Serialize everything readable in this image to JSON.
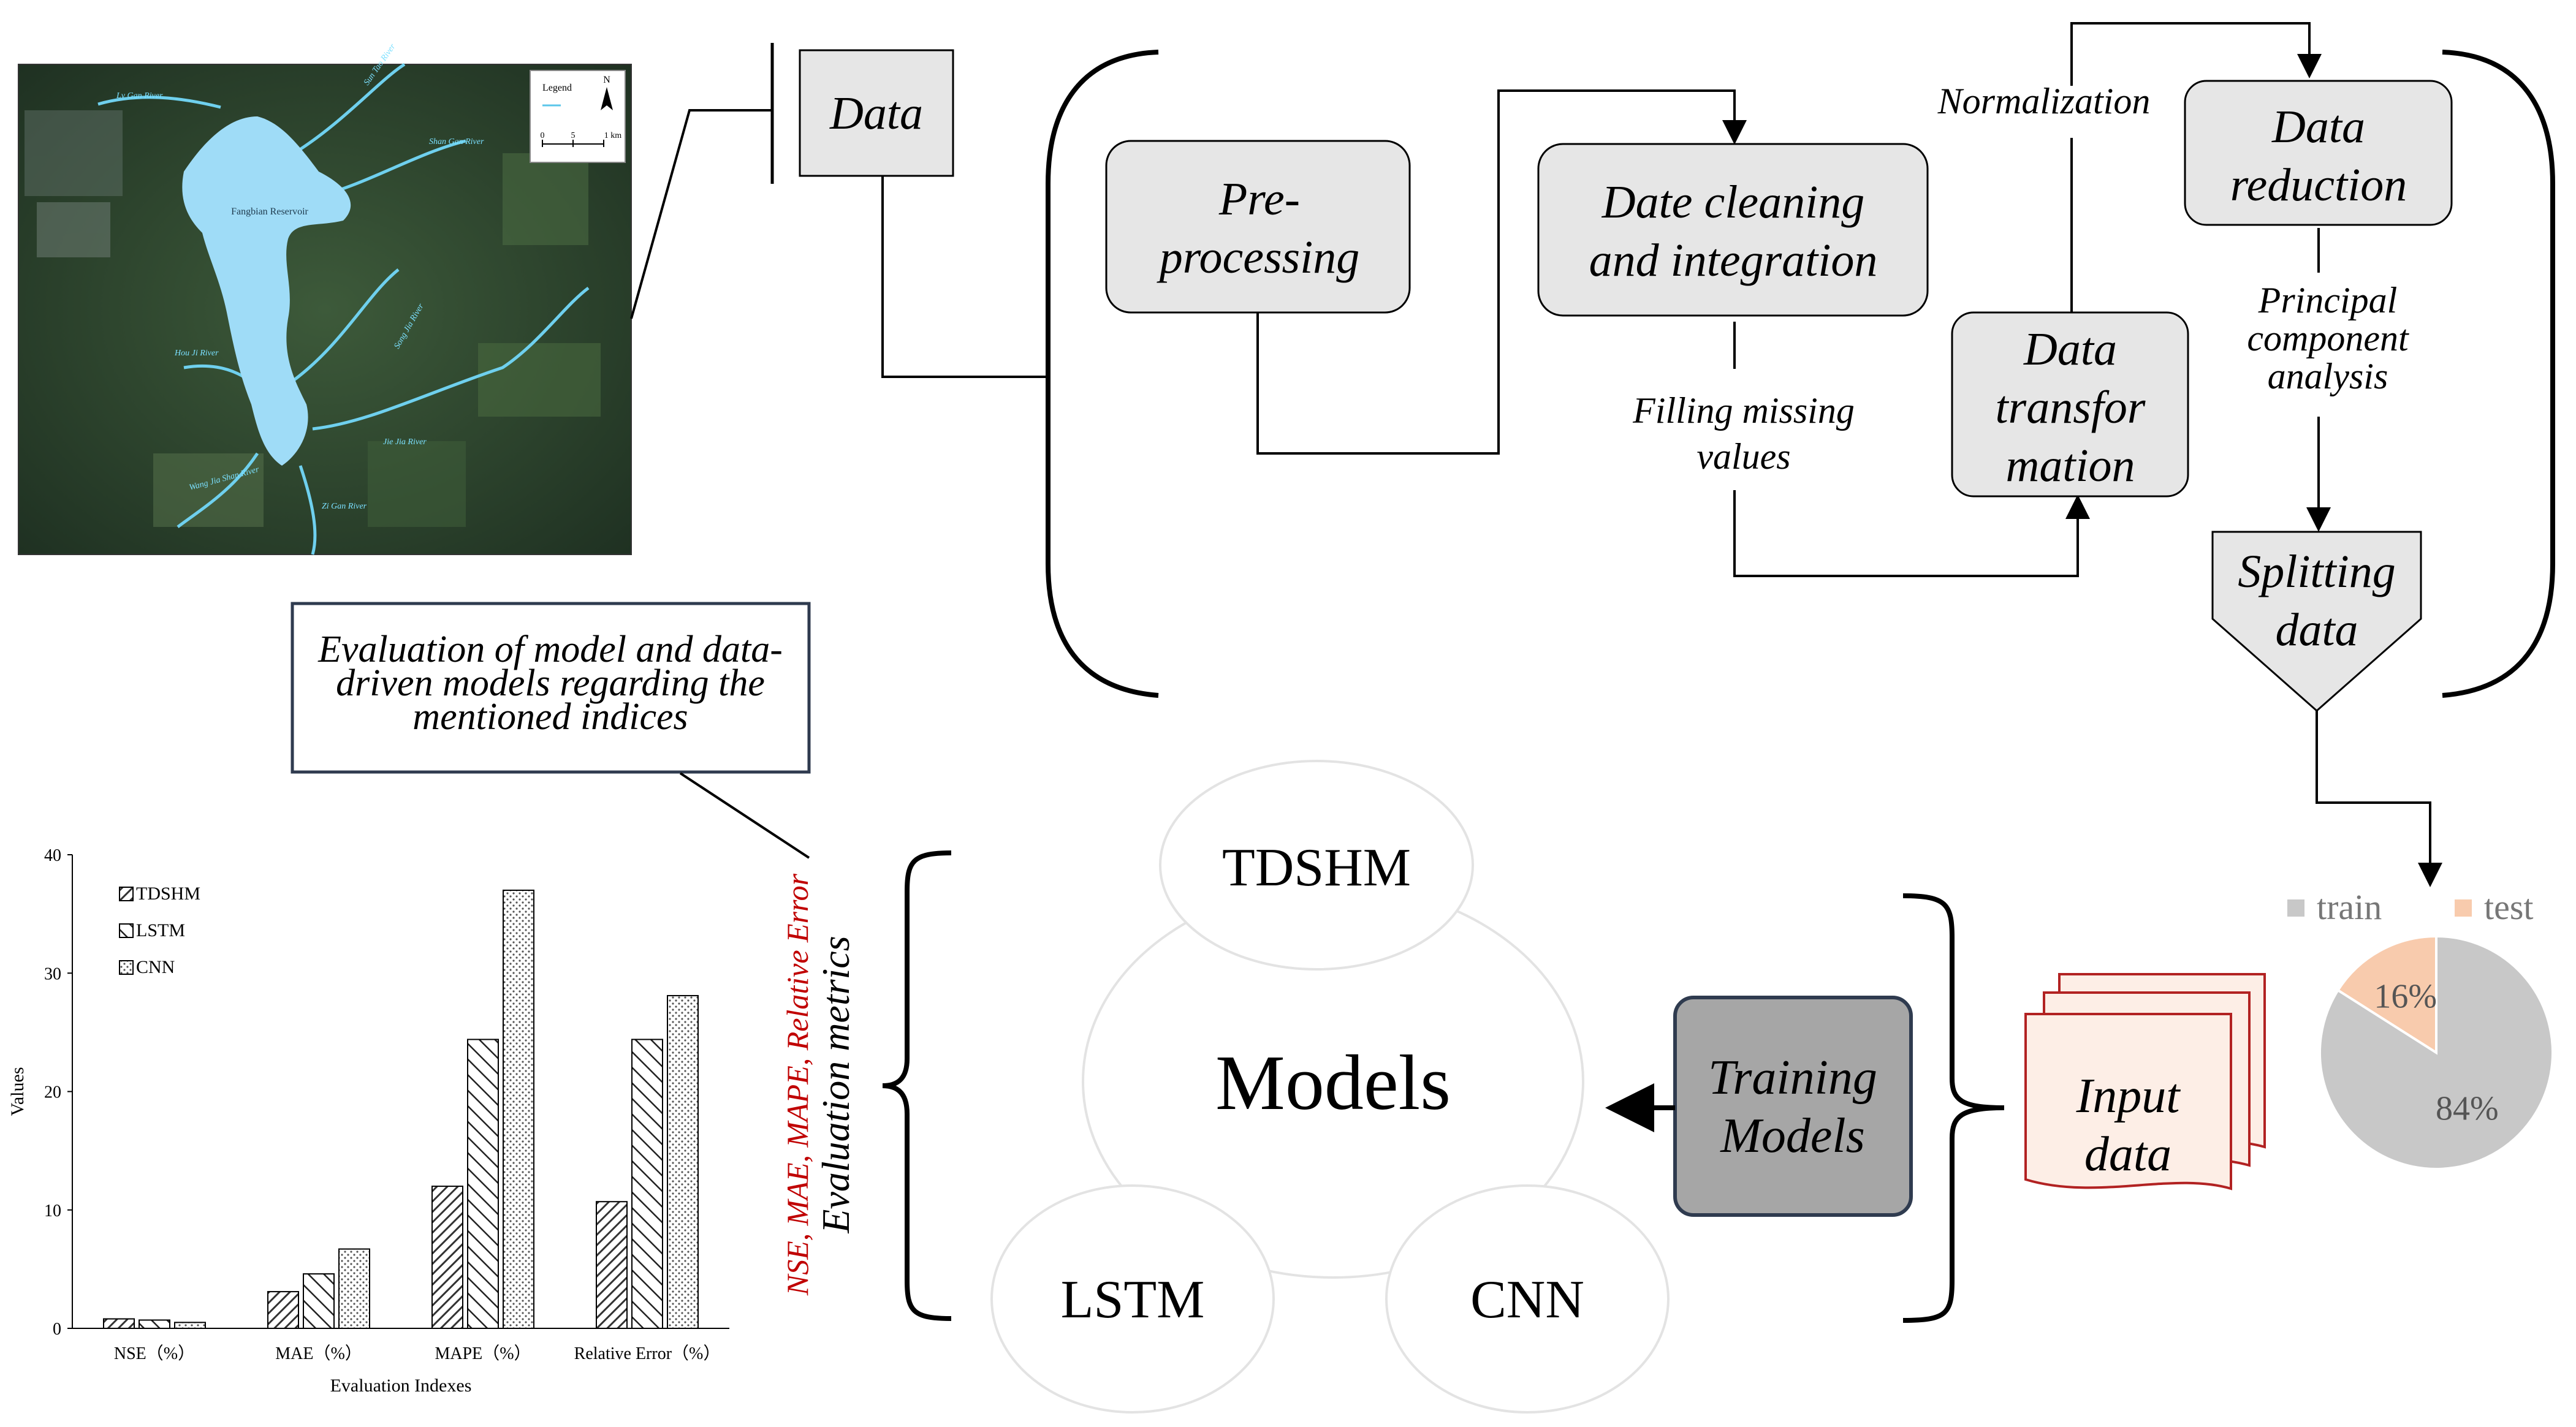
{
  "map": {
    "legend_title": "Legend",
    "north": "N",
    "scale_ticks": [
      "0",
      "5",
      "1 km"
    ],
    "reservoir_label": "Fangbian Reservoir",
    "river_labels": [
      "Lv Gan River",
      "Sun Tao River",
      "Shan Gan River",
      "Hou Ji River",
      "Song Jia River",
      "Jie Jia River",
      "Wang Jia Shan River",
      "Zi Gan River"
    ]
  },
  "nodes": {
    "data": "Data",
    "preprocessing": [
      "Pre-",
      "processing"
    ],
    "date_cleaning": [
      "Date cleaning",
      "and integration"
    ],
    "data_transformation": [
      "Data",
      "transfor",
      "mation"
    ],
    "data_reduction": [
      "Data",
      "reduction"
    ],
    "splitting_data": [
      "Splitting",
      "data"
    ],
    "evaluation_box": [
      "Evaluation of model and data-",
      "driven models regarding the",
      "mentioned  indices"
    ],
    "training_models": [
      "Training",
      "Models"
    ],
    "input_data": [
      "Input",
      "data"
    ],
    "models_center": "Models",
    "model_tdshm": "TDSHM",
    "model_lstm": "LSTM",
    "model_cnn": "CNN"
  },
  "annotations": {
    "normalization": "Normalization",
    "filling_missing": [
      "Filling missing",
      "values"
    ],
    "pca": [
      "Principal",
      "component",
      "analysis"
    ],
    "evaluation_metrics_title": "Evaluation metrics",
    "evaluation_metrics_list": "NSE,  MAE,  MAPE,  Relative Error"
  },
  "colors": {
    "box_fill": "#e6e6e6",
    "training_fill": "#a6a6a6",
    "training_stroke": "#2f3b4f",
    "input_fill": "#fdeee6",
    "input_stroke": "#b22222",
    "pie_train": "#c8c8c8",
    "pie_test": "#f8cbad",
    "metrics_red": "#c00000",
    "reservoir": "#9fdcf7"
  },
  "pie_chart": {
    "type": "pie",
    "legend": [
      "train",
      "test"
    ],
    "slices": [
      {
        "name": "train",
        "value": 84,
        "label": "84%"
      },
      {
        "name": "test",
        "value": 16,
        "label": "16%"
      }
    ]
  },
  "chart_data": {
    "type": "bar",
    "categories": [
      "NSE（%）",
      "MAE（%）",
      "MAPE（%）",
      "Relative Error（%）"
    ],
    "series": [
      {
        "name": "TDSHM",
        "values": [
          0.8,
          3.1,
          12.0,
          10.7
        ]
      },
      {
        "name": "LSTM",
        "values": [
          0.7,
          4.6,
          24.4,
          24.4
        ]
      },
      {
        "name": "CNN",
        "values": [
          0.5,
          6.7,
          37.0,
          28.1
        ]
      }
    ],
    "xlabel": "Evaluation Indexes",
    "ylabel": "Values",
    "ylim": [
      0,
      40
    ],
    "yticks": [
      "0",
      "10",
      "20",
      "30",
      "40"
    ],
    "legend": "top-left"
  }
}
